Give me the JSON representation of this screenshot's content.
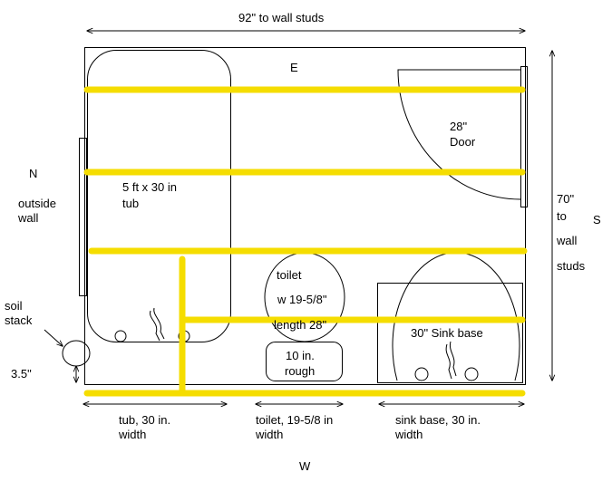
{
  "compass": {
    "north": "N",
    "south": "S",
    "east": "E",
    "west": "W"
  },
  "dimensions": {
    "top": "92\" to wall studs",
    "right_line1": "70\"",
    "right_line2": "to",
    "right_line3": "wall",
    "right_line4": "studs",
    "stack_offset": "3.5\""
  },
  "labels": {
    "outside_wall_line1": "outside",
    "outside_wall_line2": "wall",
    "soil_stack_line1": "soil",
    "soil_stack_line2": "stack",
    "tub_line1": "5 ft x 30 in",
    "tub_line2": "tub",
    "door_line1": "28\"",
    "door_line2": "Door",
    "toilet_line1": "toilet",
    "toilet_line2": "w 19-5/8\"",
    "toilet_line3": "length  28\"",
    "rough_line1": "10   in.",
    "rough_line2": "rough",
    "sink_base": "30\" Sink base"
  },
  "bottom_dimensions": {
    "tub_line1": "tub,    30     in.",
    "tub_line2": "width",
    "toilet_line1": "toilet, 19-5/8 in",
    "toilet_line2": "width",
    "sink_line1": "sink  base,   30    in.",
    "sink_line2": "width"
  },
  "colors": {
    "pipe": "#f5dd00",
    "line": "#000000",
    "background": "#ffffff"
  }
}
